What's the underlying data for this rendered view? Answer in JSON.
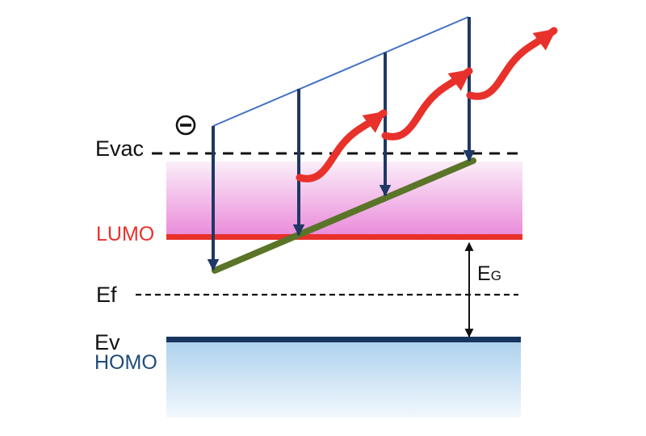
{
  "labels": {
    "evac": "Evac",
    "lumo": "LUMO",
    "ef": "Ef",
    "eg_base": "E",
    "eg_sub": "G",
    "ev": "Ev",
    "homo": "HOMO"
  },
  "icons": {
    "electron": "circled-minus"
  },
  "colors": {
    "background": "#ffffff",
    "text": "#111111",
    "navy": "#1f3864",
    "navy_dark": "#17355e",
    "red": "#e8312b",
    "green": "#5a7428",
    "blue_line": "#4472c4",
    "pink_top": "#fbeef9",
    "pink_bottom": "#ea8cda",
    "homo_band_top": "#aed2ee",
    "homo_band_bottom": "#f2f8fd",
    "homo_text": "#1f4a7c"
  }
}
